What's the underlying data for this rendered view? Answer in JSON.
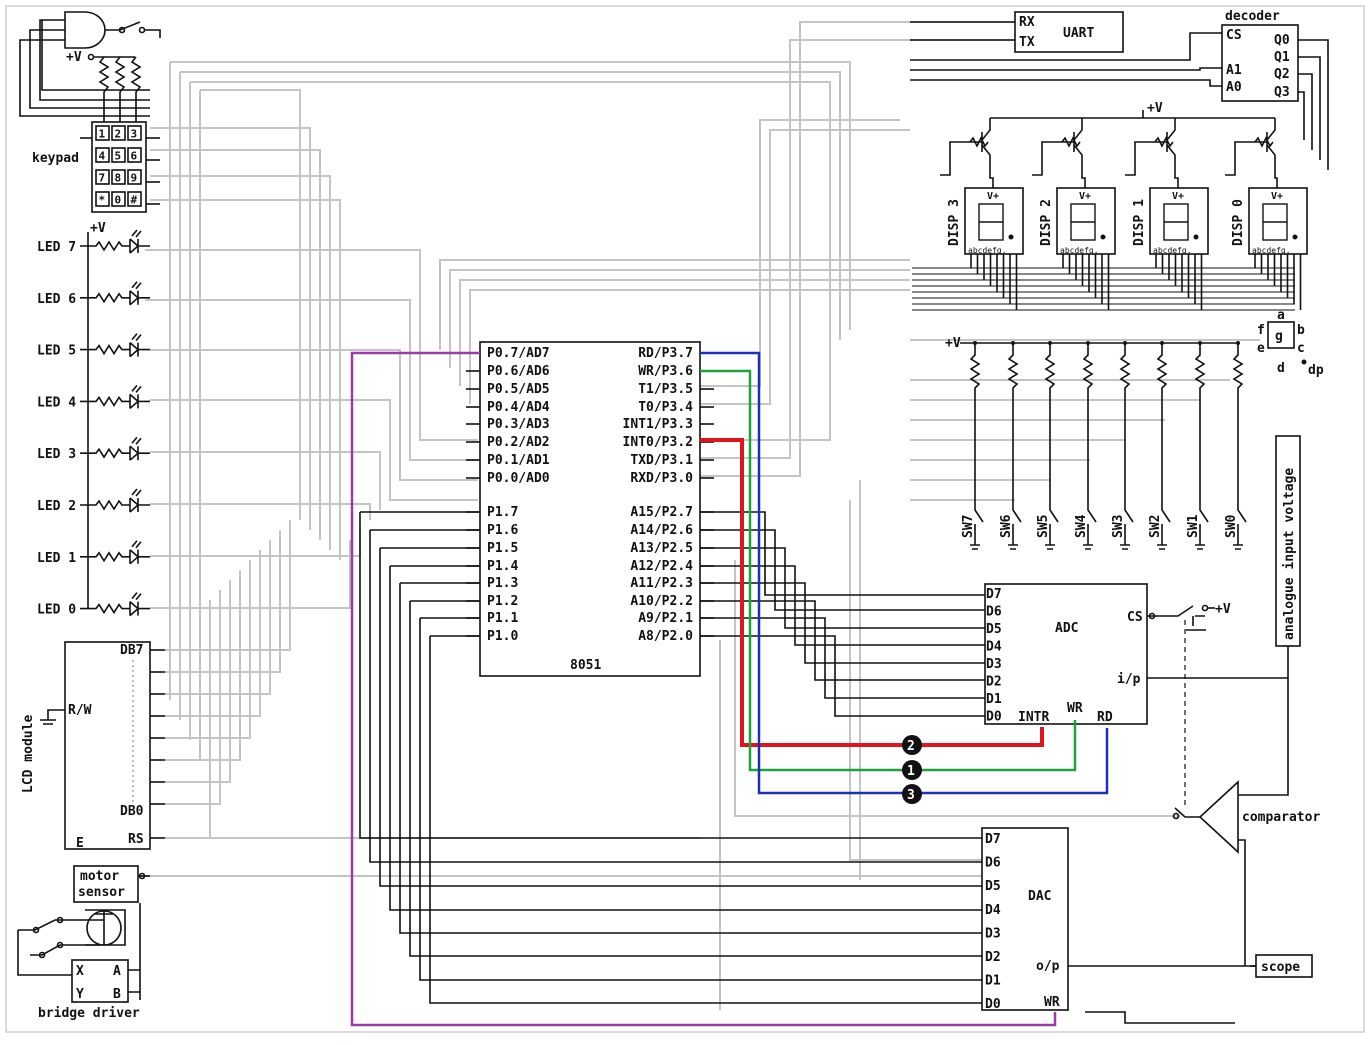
{
  "mcu": {
    "name": "8051",
    "left_pins": [
      "P0.7/AD7",
      "P0.6/AD6",
      "P0.5/AD5",
      "P0.4/AD4",
      "P0.3/AD3",
      "P0.2/AD2",
      "P0.1/AD1",
      "P0.0/AD0",
      "P1.7",
      "P1.6",
      "P1.5",
      "P1.4",
      "P1.3",
      "P1.2",
      "P1.1",
      "P1.0"
    ],
    "right_pins": [
      "RD/P3.7",
      "WR/P3.6",
      "T1/P3.5",
      "T0/P3.4",
      "INT1/P3.3",
      "INT0/P3.2",
      "TXD/P3.1",
      "RXD/P3.0",
      "A15/P2.7",
      "A14/P2.6",
      "A13/P2.5",
      "A12/P2.4",
      "A11/P2.3",
      "A10/P2.2",
      "A9/P2.1",
      "A8/P2.0"
    ]
  },
  "uart": {
    "name": "UART",
    "rx": "RX",
    "tx": "TX"
  },
  "decoder": {
    "name": "decoder",
    "inputs": [
      "CS",
      "A1",
      "A0"
    ],
    "outputs": [
      "Q0",
      "Q1",
      "Q2",
      "Q3"
    ]
  },
  "displays": [
    "DISP 3",
    "DISP 2",
    "DISP 1",
    "DISP 0"
  ],
  "display_vplus": "V+",
  "display_segments": "abcdefg.",
  "segment_legend": [
    "a",
    "b",
    "c",
    "d",
    "e",
    "f",
    "g",
    "dp"
  ],
  "vplus": "+V",
  "keypad": {
    "label": "keypad",
    "keys": [
      "1",
      "2",
      "3",
      "4",
      "5",
      "6",
      "7",
      "8",
      "9",
      "*",
      "0",
      "#"
    ]
  },
  "leds": [
    "LED 7",
    "LED 6",
    "LED 5",
    "LED 4",
    "LED 3",
    "LED 2",
    "LED 1",
    "LED 0"
  ],
  "switches": [
    "SW7",
    "SW6",
    "SW5",
    "SW4",
    "SW3",
    "SW2",
    "SW1",
    "SW0"
  ],
  "adc": {
    "name": "ADC",
    "data_pins": [
      "D7",
      "D6",
      "D5",
      "D4",
      "D3",
      "D2",
      "D1",
      "D0"
    ],
    "cs": "CS",
    "input": "i/p",
    "intr": "INTR",
    "wr": "WR",
    "rd": "RD"
  },
  "dac": {
    "name": "DAC",
    "data_pins": [
      "D7",
      "D6",
      "D5",
      "D4",
      "D3",
      "D2",
      "D1",
      "D0"
    ],
    "output": "o/p",
    "wr": "WR"
  },
  "lcd": {
    "label": "LCD module",
    "db7": "DB7",
    "db0": "DB0",
    "rw": "R/W",
    "rs": "RS",
    "e": "E"
  },
  "motor_sensor": [
    "motor",
    "sensor"
  ],
  "bridge": {
    "label": "bridge driver",
    "pins": [
      "X",
      "A",
      "Y",
      "B"
    ]
  },
  "analogue_input": "analogue input voltage",
  "comparator": "comparator",
  "scope": "scope",
  "markers": [
    "2",
    "1",
    "3"
  ],
  "wire_colors": {
    "interrupt": "#e0141c",
    "write": "#1ea23a",
    "read": "#1c2fb8",
    "dac_write": "#9b3ba8",
    "grey": "#c4c4c4"
  }
}
